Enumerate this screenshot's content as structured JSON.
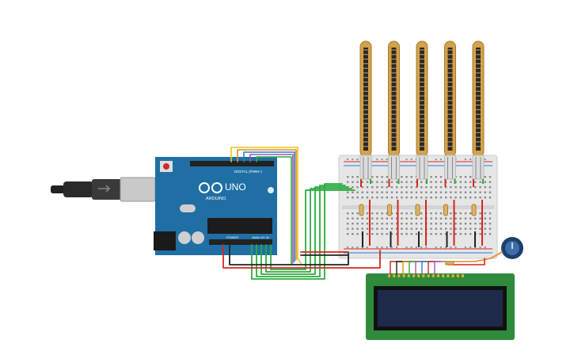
{
  "board": {
    "brand_text": "ARDUINO",
    "model_text": "UNO",
    "digital_header_label": "DIGITAL (PWM~)",
    "power_header_label": "POWER",
    "analog_header_label": "ANALOG IN"
  },
  "flex_sensor_count": 5,
  "colors": {
    "board": "#1f6fa5",
    "breadboard": "#e6e6e6",
    "flex_sensor": "#d4a24a",
    "lcd_pcb": "#2f8b3c",
    "lcd_screen": "#1e2a4a",
    "wire_green": "#2cab3f",
    "wire_red": "#d7261e",
    "wire_black": "#222222",
    "wire_purple": "#9b59b6",
    "wire_orange": "#e58b1a",
    "wire_yellow": "#e8c41b",
    "wire_blue": "#2a7fd4"
  }
}
